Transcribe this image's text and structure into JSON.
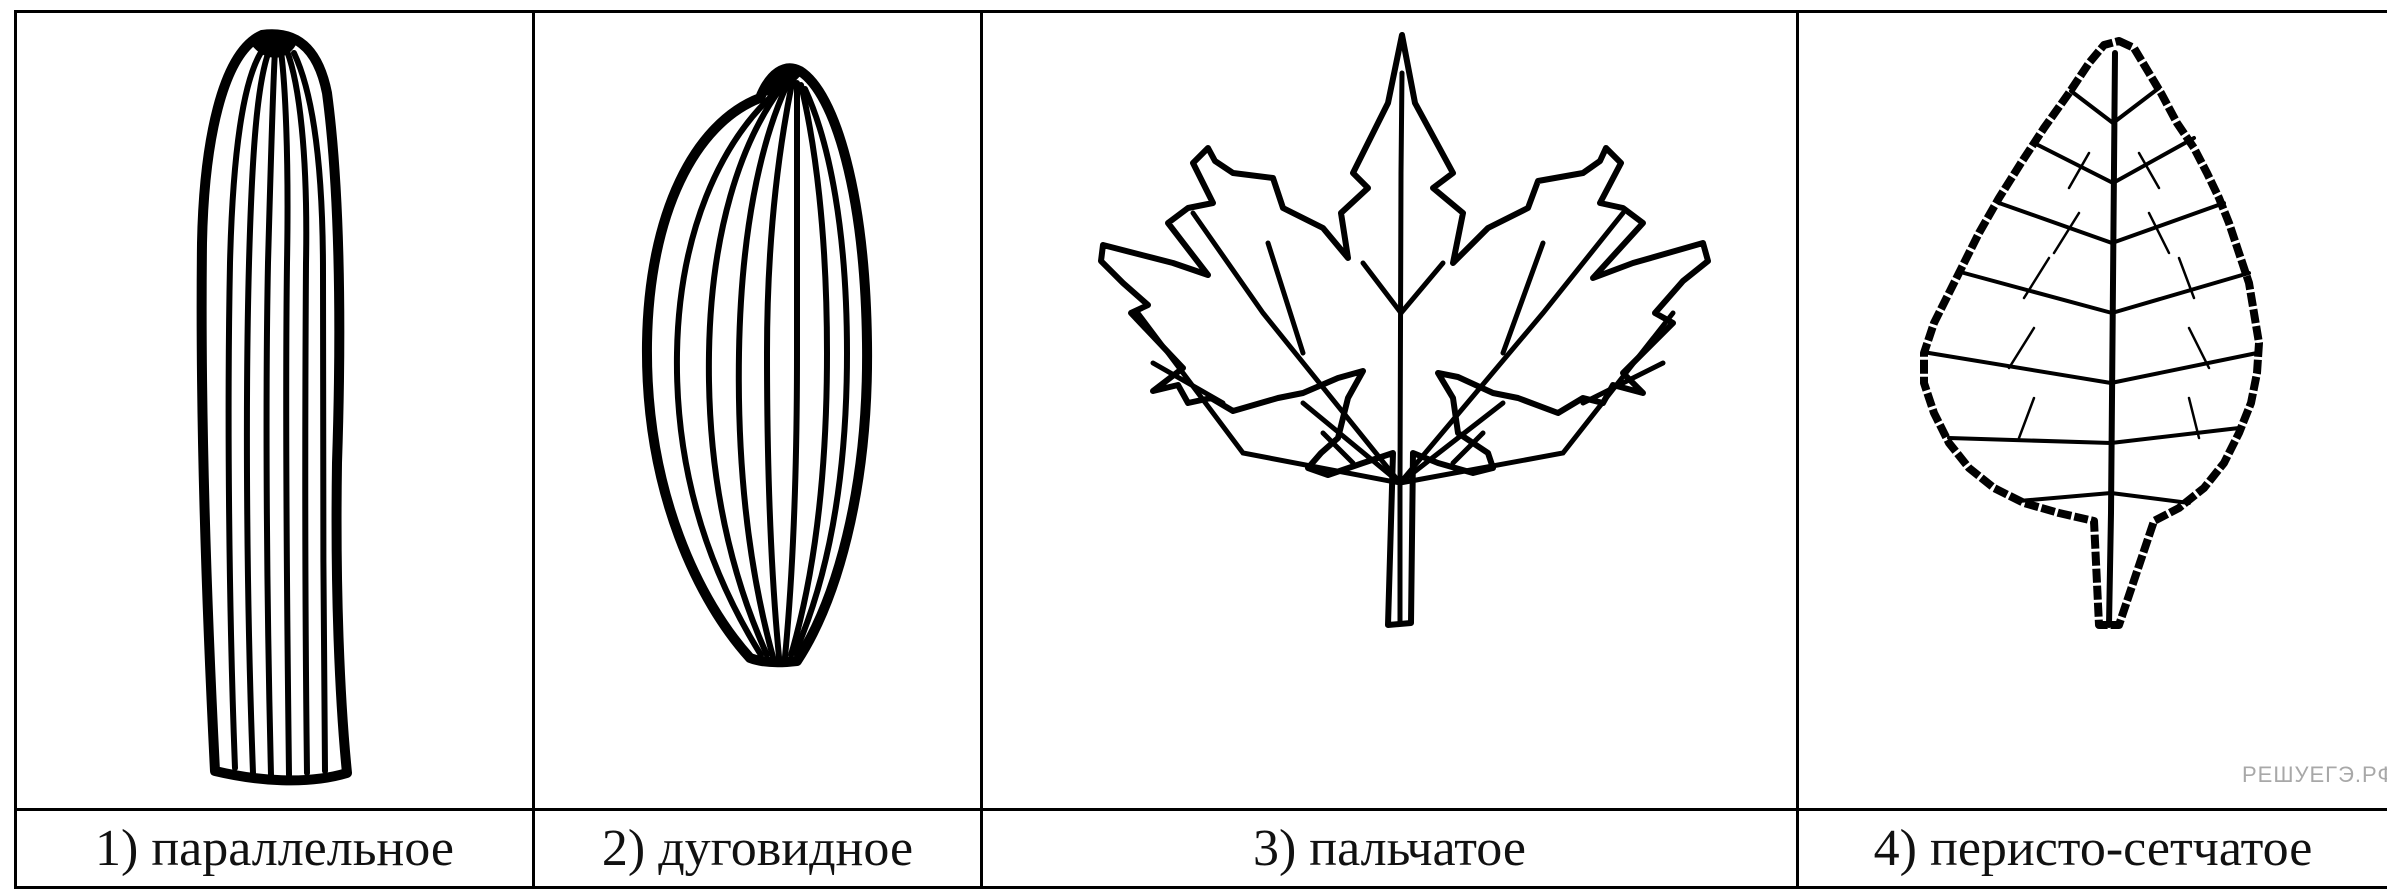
{
  "captions": {
    "c1": "1) параллельное",
    "c2": "2) дуговидное",
    "c3": "3) пальчатое",
    "c4": "4) перисто-сетчатое"
  },
  "watermark": "РЕШУЕГЭ.РФ",
  "icons": [
    "parallel-leaf-icon",
    "arcuate-leaf-icon",
    "palmate-leaf-icon",
    "pinnate-leaf-icon"
  ]
}
